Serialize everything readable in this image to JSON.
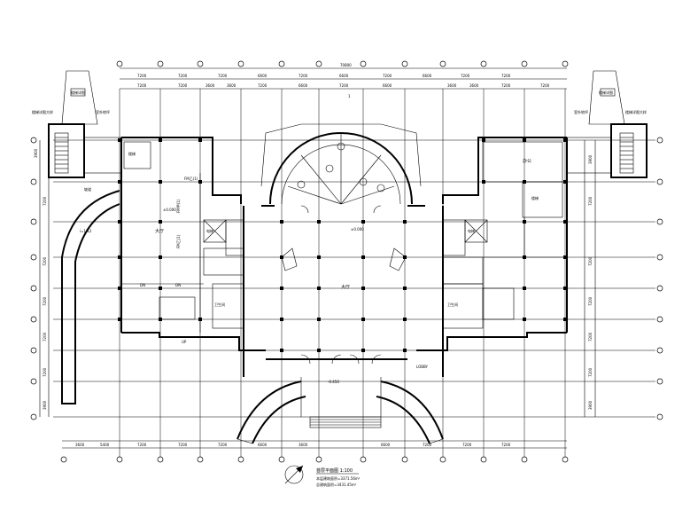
{
  "drawing": {
    "top_overall": "70800",
    "top_dims_row1": [
      "7200",
      "7200",
      "7200",
      "6600",
      "7200",
      "6600",
      "7200",
      "6600",
      "7200",
      "7200"
    ],
    "top_dims_row2": [
      "7200",
      "7200",
      "3600",
      "3600",
      "7200",
      "6600",
      "7200",
      "6600",
      "3600",
      "3600",
      "7200",
      "7200"
    ],
    "bottom_dims": [
      "3600",
      "5400",
      "7200",
      "7200",
      "7200",
      "6600",
      "3600",
      "6600",
      "7200",
      "7200",
      "7200"
    ],
    "left_dims": [
      "3900",
      "7200",
      "7200",
      "7200",
      "7200",
      "7200",
      "3900"
    ],
    "right_dims": [
      "3900",
      "7200",
      "7200",
      "7200",
      "7200",
      "7200",
      "3900"
    ],
    "rooms": {
      "left_hall": "大厅",
      "main_hall": "大厅",
      "right_room": "办公",
      "stair_left": "楼梯",
      "stair_right": "楼梯",
      "elev_left": "电梯",
      "elev_right": "电梯",
      "toilet_left": "卫生间",
      "toilet_right": "卫生间",
      "fire_l1": "FM乙(1)",
      "fire_l2": "FM甲(1)",
      "fire_l3": "FM乙(1)",
      "dn_left": "DN",
      "dn_right": "DN",
      "up_label": "UP",
      "lobby_sign": "LOBBY",
      "pool": "1",
      "left_ramp": "坡道",
      "ramp_grade": "i=1:12",
      "height_left": "±0.000",
      "height_right": "±0.000",
      "height_out": "-0.450"
    },
    "title_block": {
      "title": "首层平面图 1:100",
      "area1": "本层建筑面积=3371.56m²",
      "area2": "总建筑面积=3431.45m²"
    },
    "notes": {
      "left_note": "室外地坪",
      "right_note": "室外地坪",
      "left_box": "楼梯详图",
      "right_box": "楼梯详图",
      "left_side": "楼梯详图大样",
      "right_side": "楼梯详图大样"
    }
  }
}
